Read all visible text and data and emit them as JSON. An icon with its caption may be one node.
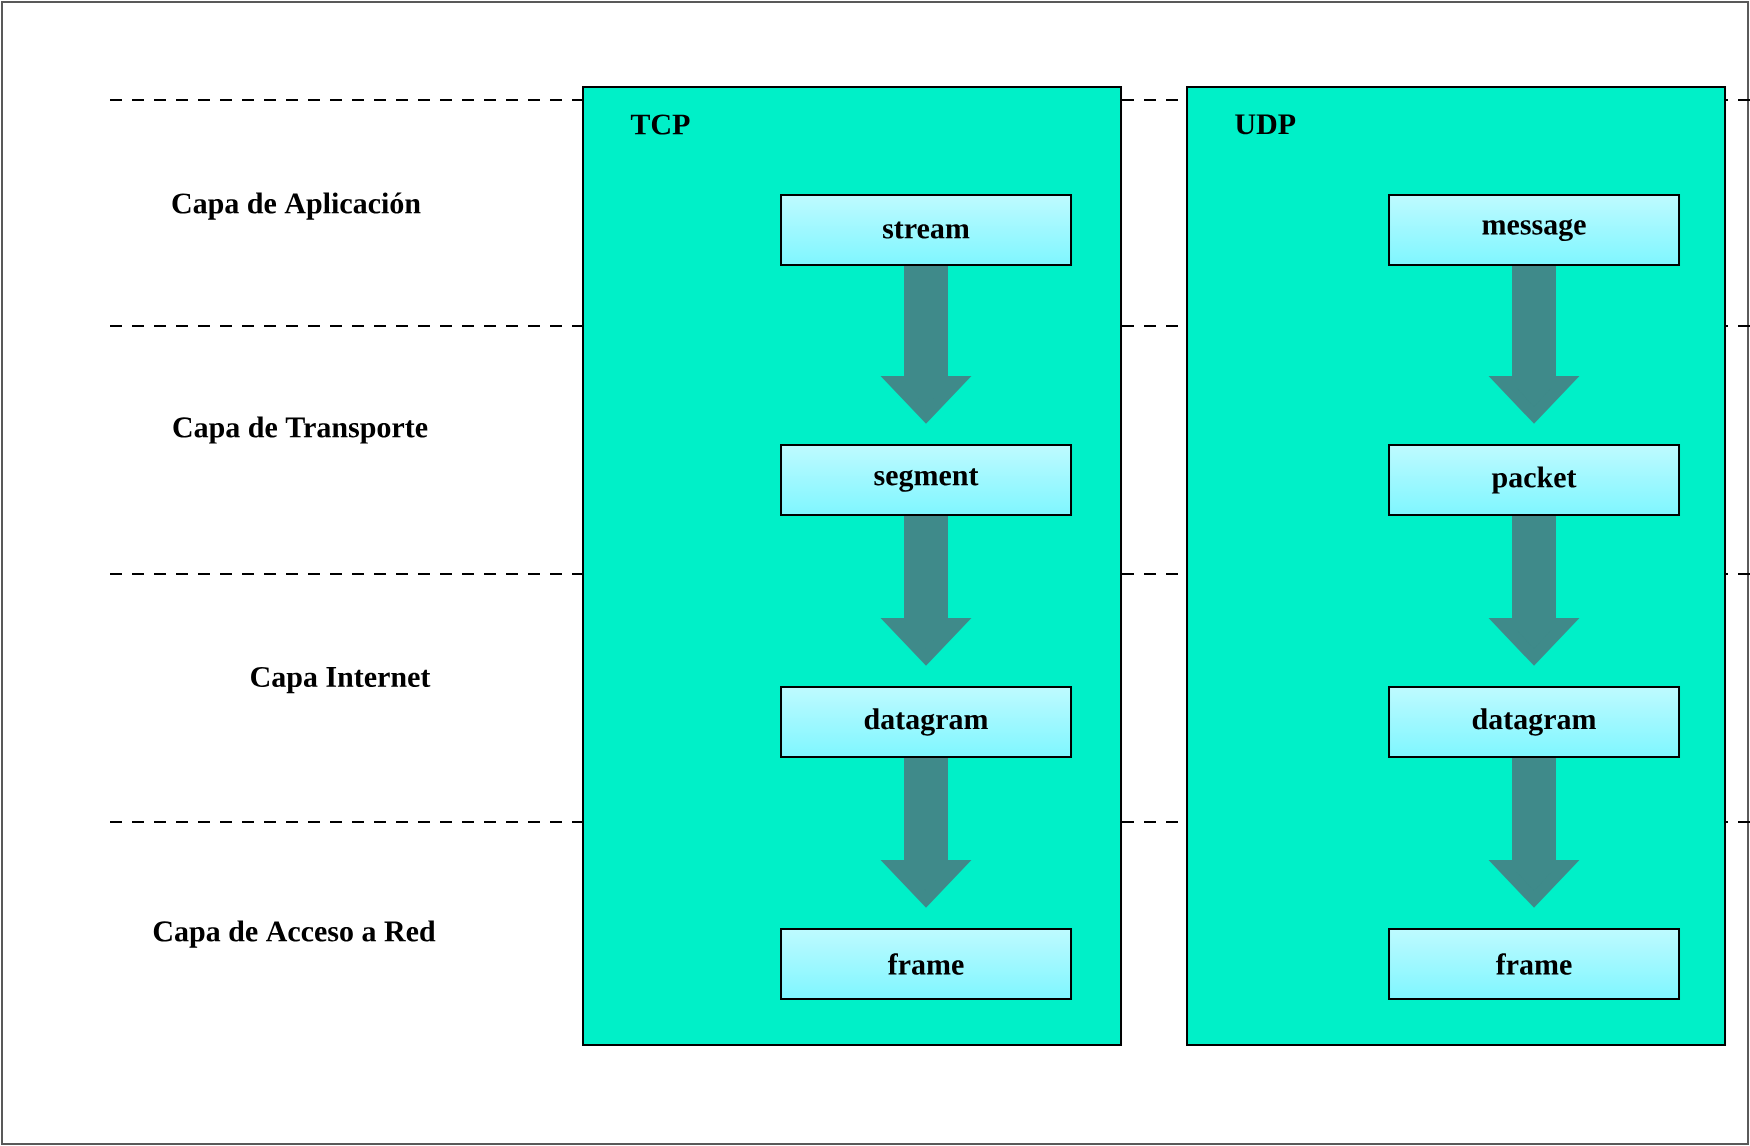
{
  "diagram": {
    "nodes": [
      {
        "text": [
          "TCP"
        ]
      },
      {
        "text": [
          "stream"
        ],
        "in": 0
      },
      {
        "text": [
          "segment"
        ],
        "in": 0
      },
      {
        "text": [
          "datagram"
        ],
        "in": 0
      },
      {
        "text": [
          "frame"
        ],
        "in": 0
      },
      {
        "text": [
          "UDP"
        ]
      },
      {
        "text": [
          "message"
        ],
        "in": 5
      },
      {
        "text": [
          "packet"
        ],
        "in": 5
      },
      {
        "text": [
          "datagram"
        ],
        "in": 5
      },
      {
        "text": [
          "frame"
        ],
        "in": 5
      }
    ],
    "edges": [
      {
        "from": 1,
        "to": 2,
        "arrow": "to"
      },
      {
        "from": 2,
        "to": 3,
        "arrow": "to"
      },
      {
        "from": 3,
        "to": 4,
        "arrow": "to"
      },
      {
        "from": 6,
        "to": 7,
        "arrow": "to"
      },
      {
        "from": 7,
        "to": 8,
        "arrow": "to"
      },
      {
        "from": 8,
        "to": 9,
        "arrow": "to"
      }
    ],
    "labels": [
      "Capa de Aplicación",
      "Capa de Transporte",
      "Capa Internet",
      "Capa de Acceso a Red"
    ]
  }
}
